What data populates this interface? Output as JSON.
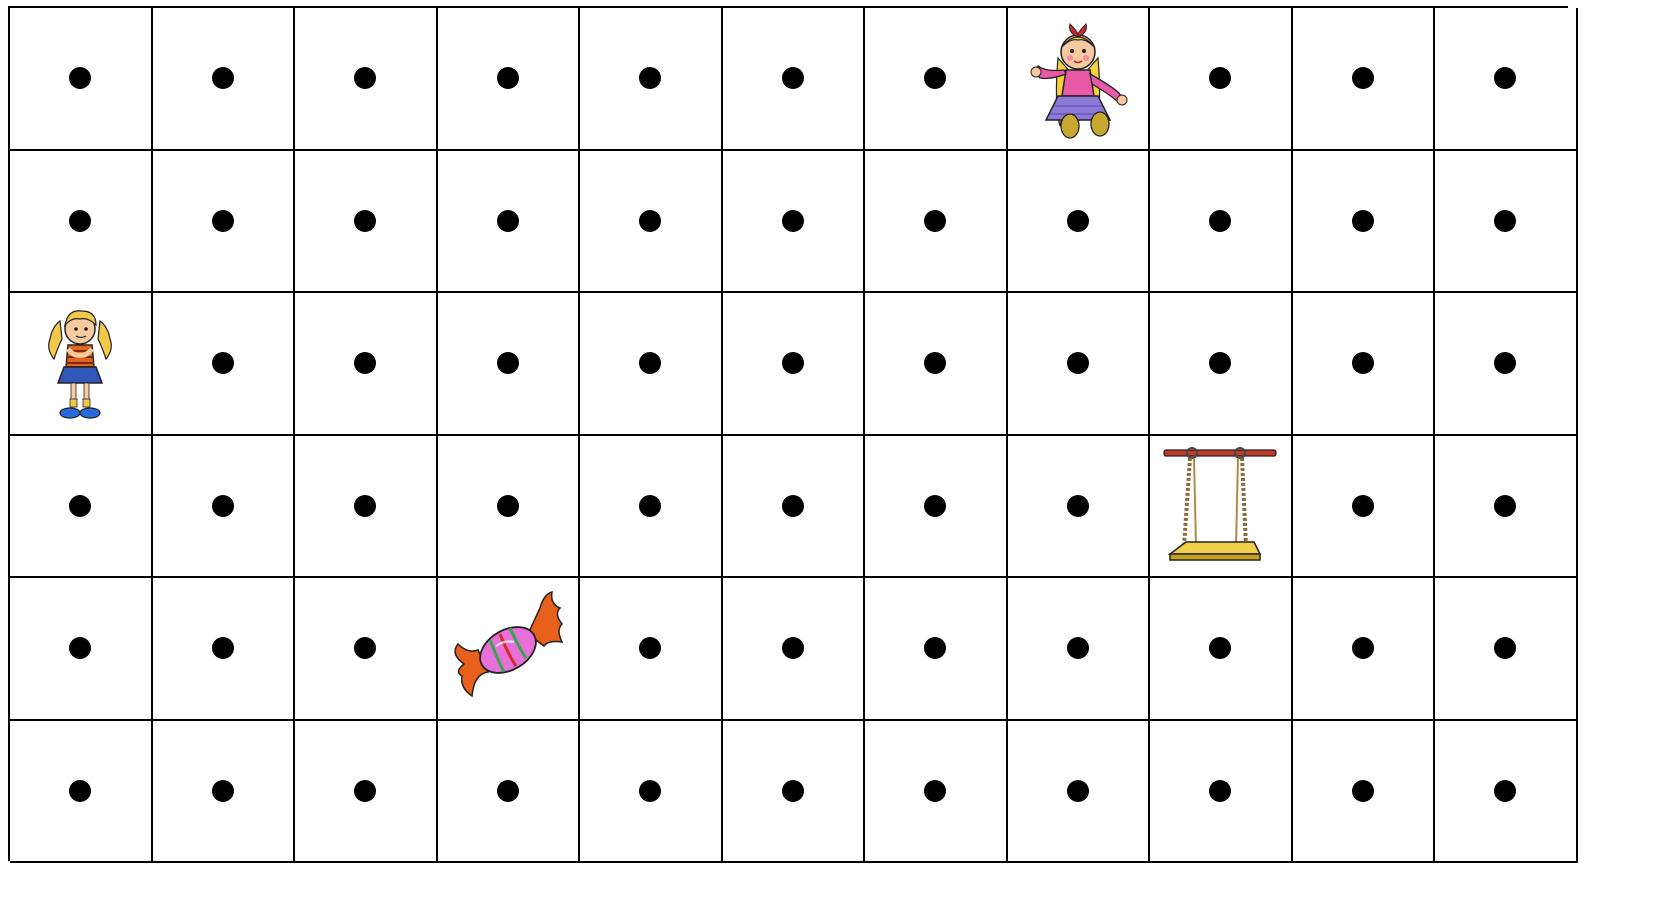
{
  "grid": {
    "rows": 6,
    "cols": 11,
    "empty_marker": "dot",
    "colors": {
      "line": "#000000",
      "dot": "#000000",
      "background": "#ffffff"
    }
  },
  "items": [
    {
      "name": "doll",
      "icon": "doll-icon",
      "row": 1,
      "col": 8
    },
    {
      "name": "girl",
      "icon": "girl-icon",
      "row": 3,
      "col": 1
    },
    {
      "name": "swing",
      "icon": "swing-icon",
      "row": 4,
      "col": 9
    },
    {
      "name": "candy",
      "icon": "candy-icon",
      "row": 5,
      "col": 4
    }
  ]
}
